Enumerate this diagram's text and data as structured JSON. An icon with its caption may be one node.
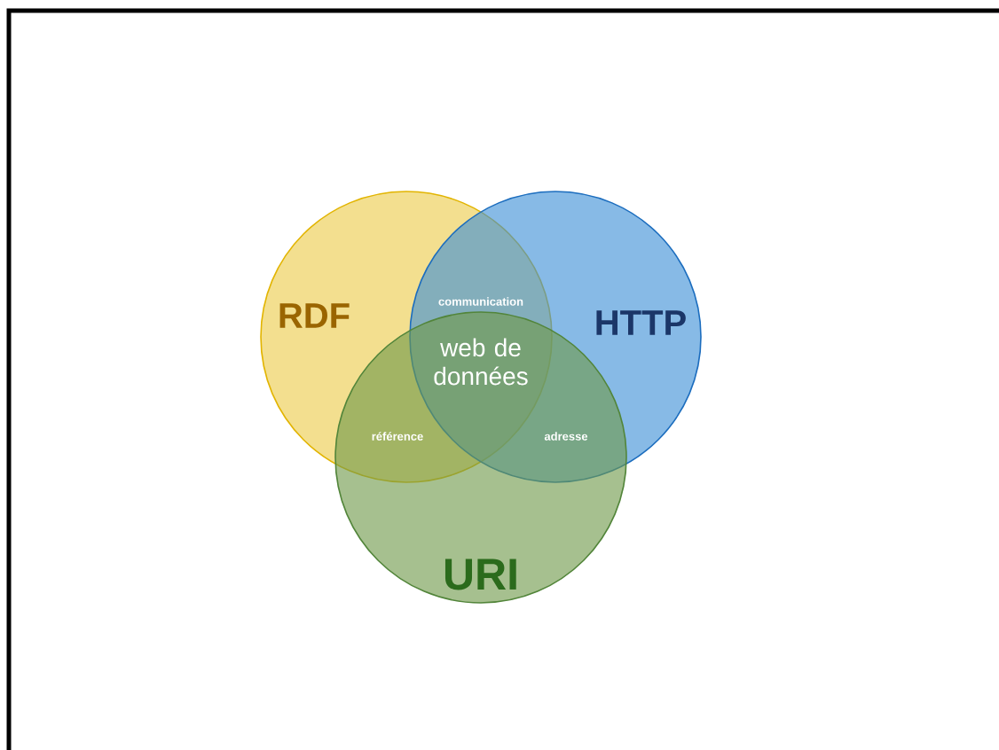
{
  "diagram": {
    "nodes": [
      {
        "text": [
          "RDF"
        ]
      },
      {
        "text": [
          "HTTP"
        ]
      },
      {
        "text": [
          "URI"
        ]
      }
    ],
    "labels": [
      "communication",
      "web de données",
      "référence",
      "adresse"
    ]
  }
}
